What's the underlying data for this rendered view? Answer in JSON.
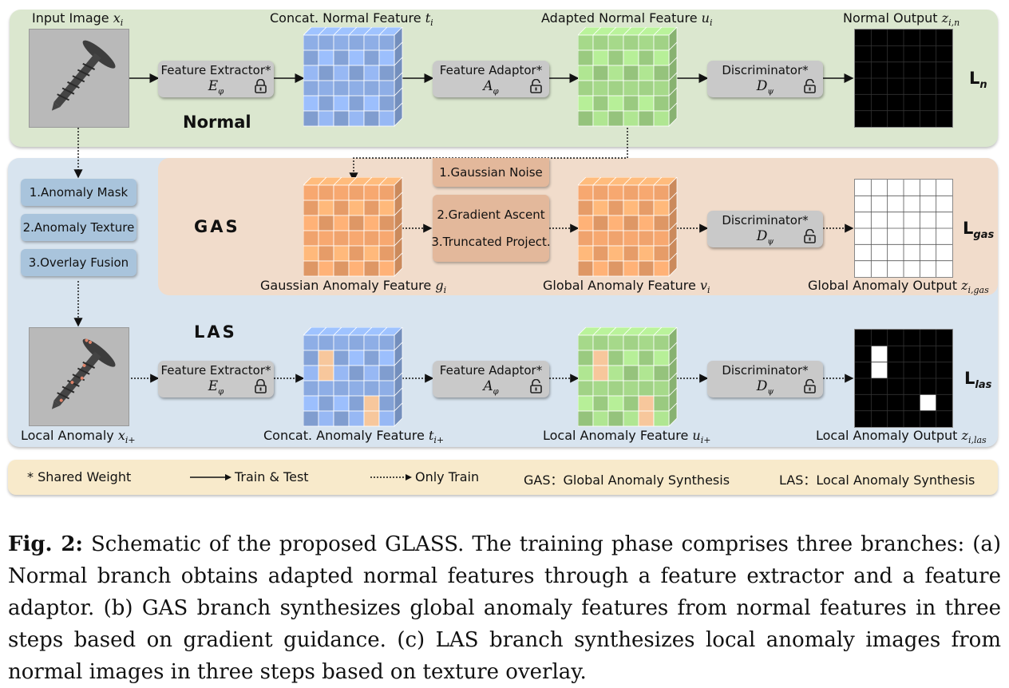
{
  "branches": {
    "normal": {
      "name": "Normal",
      "color": "#dbe7cf"
    },
    "gas": {
      "name": "GAS",
      "color": "#f1dccb"
    },
    "las": {
      "name": "LAS",
      "color": "#d8e4ef"
    }
  },
  "labels": {
    "input_image": "Input Image",
    "input_image_sym": "x",
    "input_image_sub": "i",
    "concat_normal": "Concat. Normal Feature",
    "concat_normal_sym": "t",
    "concat_normal_sub": "i",
    "adapted_normal": "Adapted Normal Feature",
    "adapted_normal_sym": "u",
    "adapted_normal_sub": "i",
    "normal_output": "Normal Output",
    "normal_output_sym": "z",
    "normal_output_sub": "i,n",
    "gaussian_anomaly": "Gaussian Anomaly Feature",
    "gaussian_anomaly_sym": "g",
    "gaussian_anomaly_sub": "i",
    "global_anomaly": "Global Anomaly Feature",
    "global_anomaly_sym": "v",
    "global_anomaly_sub": "i",
    "global_output": "Global Anomaly Output",
    "global_output_sym": "z",
    "global_output_sub": "i,gas",
    "local_anomaly": "Local Anomaly",
    "local_anomaly_sym": "x",
    "local_anomaly_sub": "i+",
    "concat_anomaly": "Concat. Anomaly Feature",
    "concat_anomaly_sym": "t",
    "concat_anomaly_sub": "i+",
    "local_anomaly_feature": "Local Anomaly Feature",
    "local_anomaly_feature_sym": "u",
    "local_anomaly_feature_sub": "i+",
    "local_output": "Local Anomaly Output",
    "local_output_sym": "z",
    "local_output_sub": "i,las"
  },
  "modules": {
    "feature_extractor": {
      "title": "Feature Extractor*",
      "sym": "E",
      "sub": "φ"
    },
    "feature_adaptor": {
      "title": "Feature Adaptor*",
      "sym": "A",
      "sub": "φ"
    },
    "discriminator": {
      "title": "Discriminator*",
      "sym": "D",
      "sub": "ψ"
    }
  },
  "gas_steps": [
    "1.Gaussian Noise",
    "2.Gradient Ascent",
    "3.Truncated Project."
  ],
  "las_steps": [
    "1.Anomaly Mask",
    "2.Anomaly Texture",
    "3.Overlay Fusion"
  ],
  "losses": {
    "ln": {
      "base": "L",
      "sub": "n"
    },
    "lgas": {
      "base": "L",
      "sub": "gas"
    },
    "llas": {
      "base": "L",
      "sub": "las"
    }
  },
  "legend": {
    "shared_weight": "* Shared Weight",
    "train_test": "Train & Test",
    "only_train": "Only Train",
    "gas": "GAS：Global Anomaly Synthesis",
    "las": "LAS：Local Anomaly Synthesis"
  },
  "caption": {
    "label": "Fig. 2:",
    "text": "Schematic of the proposed GLASS. The training phase comprises three branches: (a) Normal branch obtains adapted normal features through a feature extractor and a feature adaptor. (b) GAS branch synthesizes global anomaly features from normal features in three steps based on gradient guidance. (c) LAS branch synthesizes local anomaly images from normal images in three steps based on texture overlay."
  },
  "colors": {
    "blue_cube": "#8eaee6",
    "green_cube": "#a6d98a",
    "orange_cube": "#f7a870",
    "anomaly_cell": "#f7c79c",
    "module_box": "#c9c9c9"
  }
}
